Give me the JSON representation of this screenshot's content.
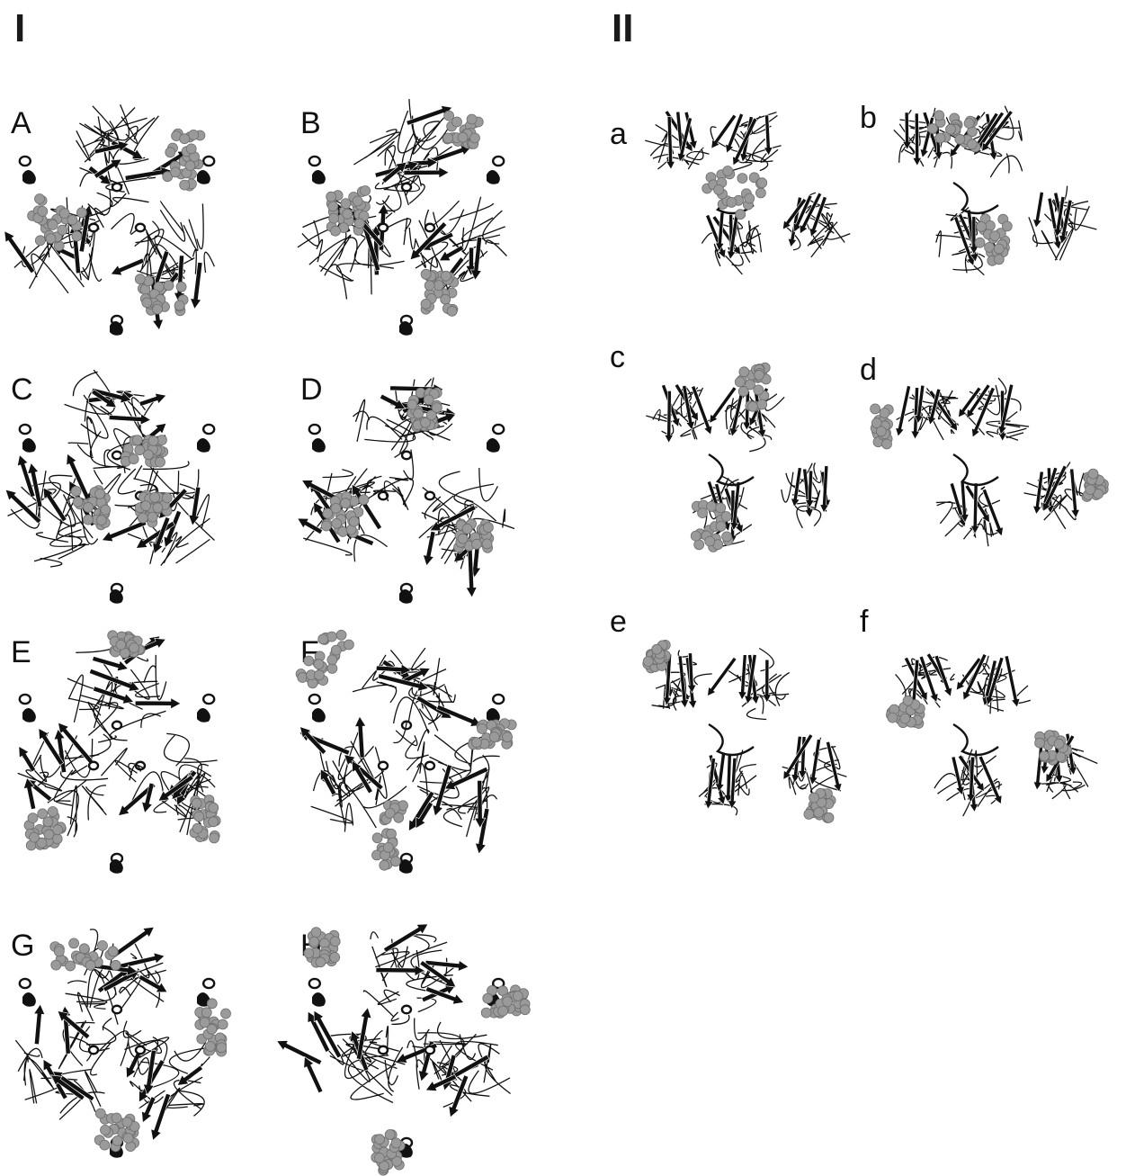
{
  "sections": [
    {
      "label": "I"
    },
    {
      "label": "II"
    }
  ],
  "trimer_panels": [
    "A",
    "B",
    "C",
    "D",
    "E",
    "F",
    "G",
    "H"
  ],
  "dimer_panels": [
    "a",
    "b",
    "c",
    "d",
    "e",
    "f"
  ],
  "colors": {
    "ribbon": "#111111",
    "highlight_spheres": "#9a9a9a",
    "highlight_outline": "#6e6e6e",
    "background": "#ffffff"
  }
}
